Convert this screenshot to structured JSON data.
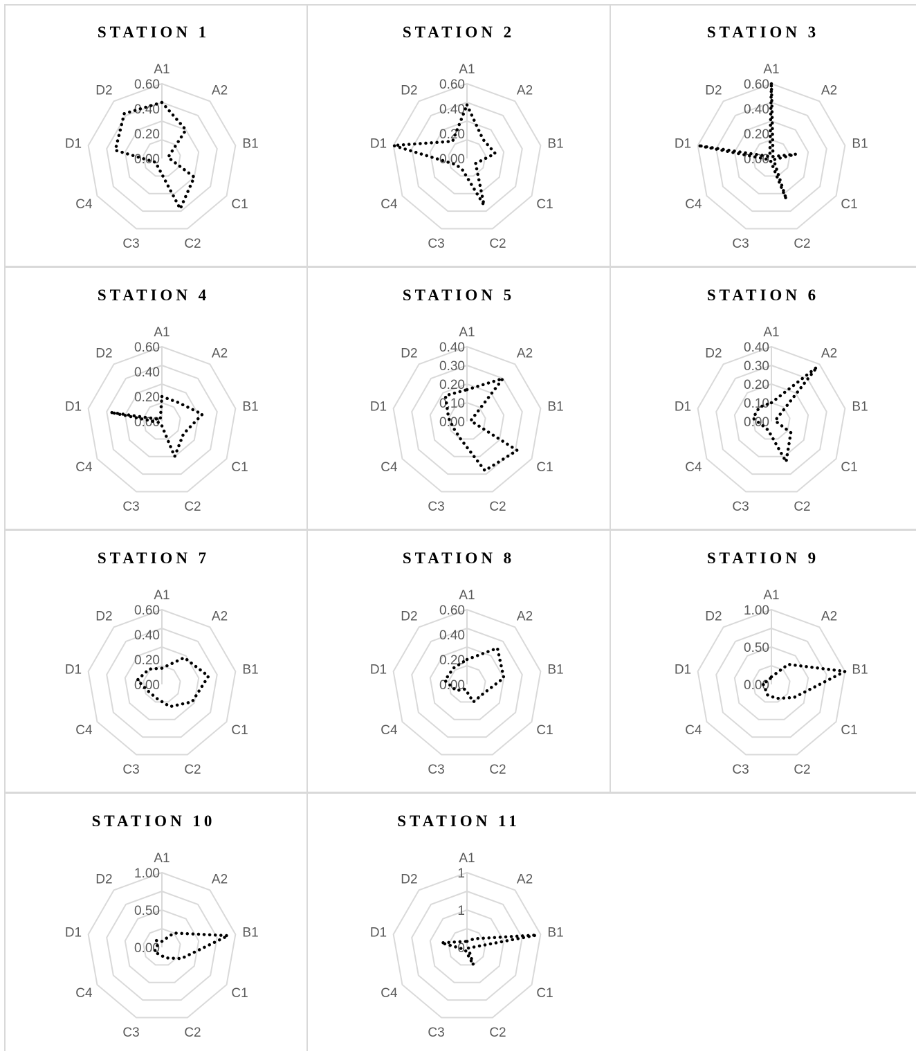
{
  "chart_data": [
    {
      "type": "radar",
      "title": "STATION 1",
      "categories": [
        "A1",
        "A2",
        "B1",
        "C1",
        "C2",
        "C3",
        "C4",
        "D1",
        "D2"
      ],
      "tick_labels": [
        "0.00",
        "0.20",
        "0.40",
        "0.60"
      ],
      "ylim": [
        0,
        0.6
      ],
      "values": [
        0.45,
        0.3,
        0.05,
        0.3,
        0.43,
        0.08,
        0.06,
        0.38,
        0.47
      ],
      "grid": true,
      "legend": "none"
    },
    {
      "type": "radar",
      "title": "STATION 2",
      "categories": [
        "A1",
        "A2",
        "B1",
        "C1",
        "C2",
        "C3",
        "C4",
        "D1",
        "D2"
      ],
      "tick_labels": [
        "0.00",
        "0.20",
        "0.40",
        "0.60"
      ],
      "ylim": [
        0,
        0.6
      ],
      "values": [
        0.43,
        0.2,
        0.23,
        0.08,
        0.4,
        0.1,
        0.1,
        0.6,
        0.18
      ],
      "grid": true,
      "legend": "none"
    },
    {
      "type": "radar",
      "title": "STATION 3",
      "categories": [
        "A1",
        "A2",
        "B1",
        "C1",
        "C2",
        "C3",
        "C4",
        "D1",
        "D2"
      ],
      "tick_labels": [
        "0.00",
        "0.20",
        "0.40",
        "0.60"
      ],
      "ylim": [
        0,
        0.6
      ],
      "values": [
        0.6,
        0.02,
        0.2,
        0.02,
        0.35,
        0.02,
        0.02,
        0.6,
        0.02
      ],
      "grid": true,
      "legend": "none"
    },
    {
      "type": "radar",
      "title": "STATION 4",
      "categories": [
        "A1",
        "A2",
        "B1",
        "C1",
        "C2",
        "C3",
        "C4",
        "D1",
        "D2"
      ],
      "tick_labels": [
        "0.00",
        "0.20",
        "0.40",
        "0.60"
      ],
      "ylim": [
        0,
        0.6
      ],
      "values": [
        0.2,
        0.2,
        0.33,
        0.2,
        0.3,
        0.02,
        0.02,
        0.42,
        0.02
      ],
      "grid": true,
      "legend": "none"
    },
    {
      "type": "radar",
      "title": "STATION 5",
      "categories": [
        "A1",
        "A2",
        "B1",
        "C1",
        "C2",
        "C3",
        "C4",
        "D1",
        "D2"
      ],
      "tick_labels": [
        "0.00",
        "0.10",
        "0.20",
        "0.30",
        "0.40"
      ],
      "ylim": [
        0,
        0.4
      ],
      "values": [
        0.17,
        0.3,
        0.02,
        0.31,
        0.28,
        0.1,
        0.08,
        0.1,
        0.18
      ],
      "grid": true,
      "legend": "none"
    },
    {
      "type": "radar",
      "title": "STATION 6",
      "categories": [
        "A1",
        "A2",
        "B1",
        "C1",
        "C2",
        "C3",
        "C4",
        "D1",
        "D2"
      ],
      "tick_labels": [
        "0.00",
        "0.10",
        "0.20",
        "0.30",
        "0.40"
      ],
      "ylim": [
        0,
        0.4
      ],
      "values": [
        0.1,
        0.38,
        0.02,
        0.12,
        0.23,
        0.05,
        0.05,
        0.1,
        0.1
      ],
      "grid": true,
      "legend": "none"
    },
    {
      "type": "radar",
      "title": "STATION 7",
      "categories": [
        "A1",
        "A2",
        "B1",
        "C1",
        "C2",
        "C3",
        "C4",
        "D1",
        "D2"
      ],
      "tick_labels": [
        "0.00",
        "0.20",
        "0.40",
        "0.60"
      ],
      "ylim": [
        0,
        0.6
      ],
      "values": [
        0.13,
        0.28,
        0.38,
        0.28,
        0.19,
        0.12,
        0.12,
        0.2,
        0.16
      ],
      "grid": true,
      "legend": "none"
    },
    {
      "type": "radar",
      "title": "STATION 8",
      "categories": [
        "A1",
        "A2",
        "B1",
        "C1",
        "C2",
        "C3",
        "C4",
        "D1",
        "D2"
      ],
      "tick_labels": [
        "0.00",
        "0.20",
        "0.40",
        "0.60"
      ],
      "ylim": [
        0,
        0.6
      ],
      "values": [
        0.2,
        0.38,
        0.3,
        0.15,
        0.15,
        0.04,
        0.1,
        0.18,
        0.17
      ],
      "grid": true,
      "legend": "none"
    },
    {
      "type": "radar",
      "title": "STATION 9",
      "categories": [
        "A1",
        "A2",
        "B1",
        "C1",
        "C2",
        "C3",
        "C4",
        "D1",
        "D2"
      ],
      "tick_labels": [
        "0.00",
        "0.50",
        "1.00"
      ],
      "ylim": [
        0,
        1
      ],
      "values": [
        0.1,
        0.35,
        1.0,
        0.35,
        0.2,
        0.15,
        0.1,
        0.12,
        0.06
      ],
      "grid": true,
      "legend": "none"
    },
    {
      "type": "radar",
      "title": "STATION 10",
      "categories": [
        "A1",
        "A2",
        "B1",
        "C1",
        "C2",
        "C3",
        "C4",
        "D1",
        "D2"
      ],
      "tick_labels": [
        "0.00",
        "0.50",
        "1.00"
      ],
      "ylim": [
        0,
        1
      ],
      "values": [
        0.08,
        0.25,
        0.9,
        0.3,
        0.15,
        0.1,
        0.12,
        0.06,
        0.12
      ],
      "grid": true,
      "legend": "none"
    },
    {
      "type": "radar",
      "title": "STATION 11",
      "categories": [
        "A1",
        "A2",
        "B1",
        "C1",
        "C2",
        "C3",
        "C4",
        "D1",
        "D2"
      ],
      "tick_labels": [
        "0",
        "1",
        "1"
      ],
      "ylim": [
        0,
        1
      ],
      "values": [
        0.08,
        0.15,
        0.95,
        0.02,
        0.25,
        0.05,
        0.05,
        0.35,
        0.1
      ],
      "grid": true,
      "legend": "none"
    }
  ]
}
